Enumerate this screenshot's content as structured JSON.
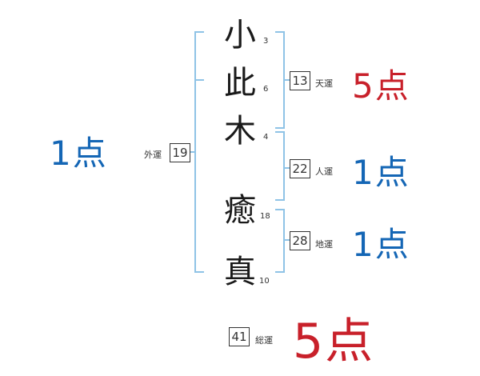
{
  "name": {
    "chars": [
      {
        "char": "小",
        "strokes": "3"
      },
      {
        "char": "此",
        "strokes": "6"
      },
      {
        "char": "木",
        "strokes": "4"
      },
      {
        "char": "癒",
        "strokes": "18"
      },
      {
        "char": "真",
        "strokes": "10"
      }
    ]
  },
  "fortunes": {
    "gaiun": {
      "value": "19",
      "label": "外運",
      "score": "1点"
    },
    "tenun": {
      "value": "13",
      "label": "天運",
      "score": "5点"
    },
    "jinun": {
      "value": "22",
      "label": "人運",
      "score": "1点"
    },
    "chiun": {
      "value": "28",
      "label": "地運",
      "score": "1点"
    },
    "souun": {
      "value": "41",
      "label": "総運",
      "score": "5点"
    }
  },
  "colors": {
    "bracket": "#8fc3e6",
    "good": "#c8202a",
    "bad": "#1466b5"
  }
}
